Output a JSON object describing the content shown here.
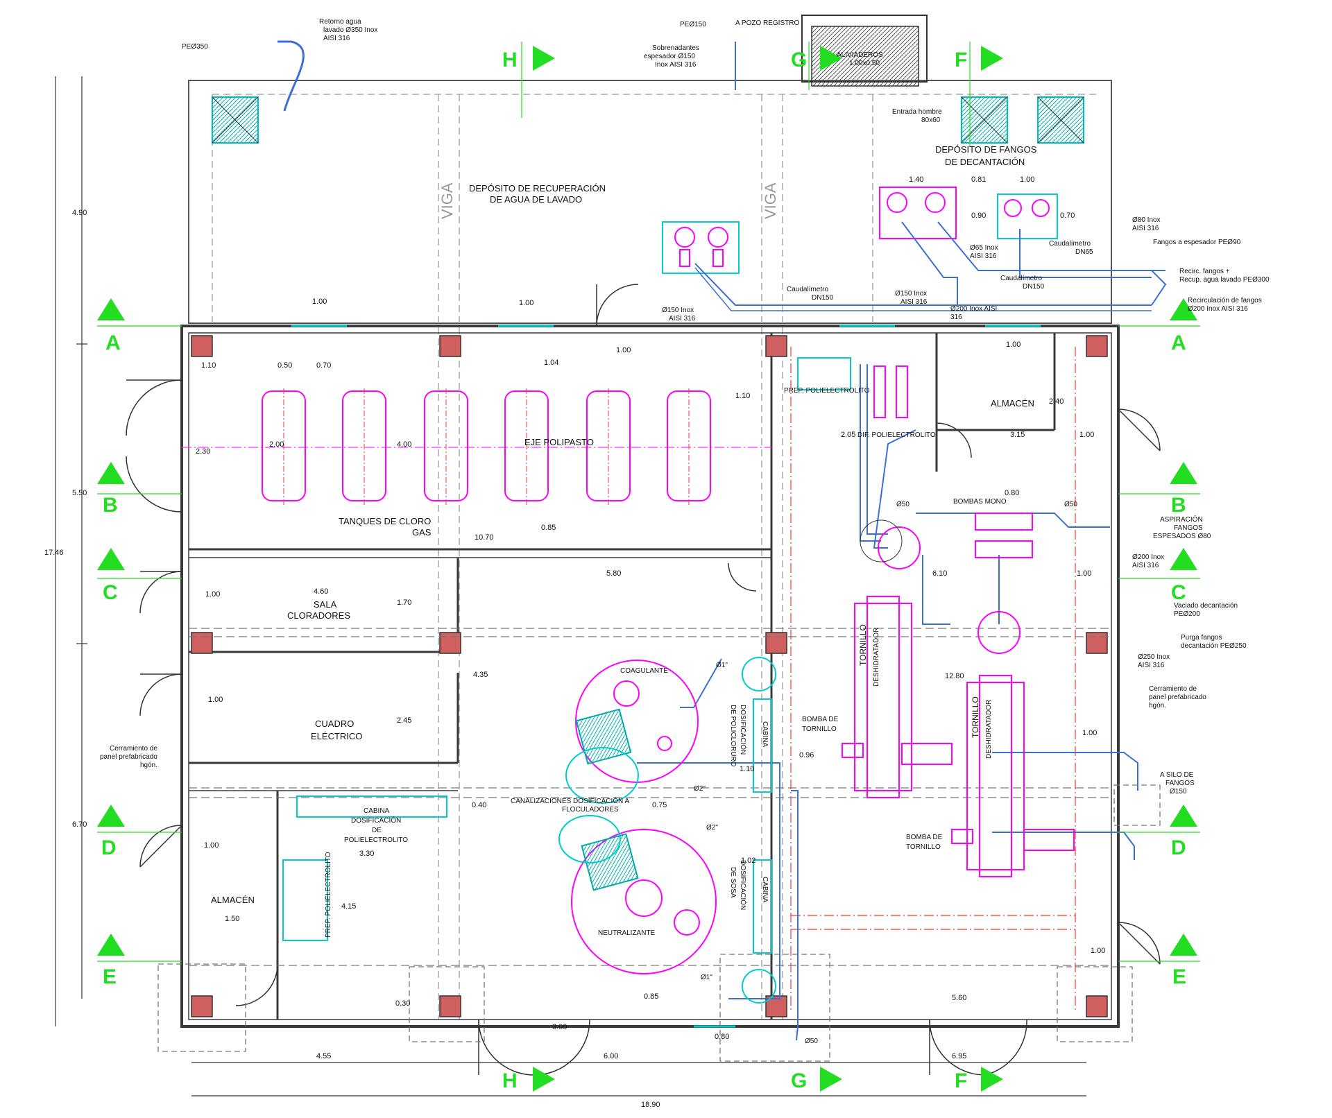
{
  "colors": {
    "wall": "#3a3a3a",
    "column": "#c44a4a",
    "equipment": "#ff00ff",
    "cyan": "#00cccc",
    "pipe": "#3b6fd6",
    "section": "#22dd22",
    "axis": "#ff3333",
    "dash": "#888888"
  },
  "sections": {
    "left": [
      "A",
      "B",
      "C",
      "D",
      "E"
    ],
    "right": [
      "A",
      "B",
      "C",
      "D",
      "E"
    ],
    "top": [
      "H",
      "G",
      "F"
    ],
    "bottom": [
      "H",
      "G",
      "F"
    ]
  },
  "rooms": {
    "deposito_recuperacion": [
      "DEPÓSITO DE RECUPERACIÓN",
      "DE AGUA DE LAVADO"
    ],
    "deposito_fangos": [
      "DEPÓSITO DE FANGOS",
      "DE DECANTACIÓN"
    ],
    "tanques_cloro": [
      "TANQUES DE CLORO",
      "GAS"
    ],
    "eje_polipasto": "EJE POLIPASTO",
    "sala_cloradores": [
      "SALA",
      "CLORADORES"
    ],
    "cuadro_electrico": [
      "CUADRO",
      "ELÉCTRICO"
    ],
    "almacen_top": "ALMACÉN",
    "almacen_bottom": "ALMACÉN",
    "viga": "VIGA",
    "aliviaderos": [
      "ALIVIADEROS",
      "1.00x0.50"
    ],
    "a_pozo": "A POZO REGISTRO"
  },
  "equipment": {
    "coagulante": "COAGULANTE",
    "neutralizante": "NEUTRALIZANTE",
    "tornillo": "TORNILLO",
    "deshidratador": "DESHIDRATADOR",
    "bomba_tornillo": [
      "BOMBA DE",
      "TORNILLO"
    ],
    "bombas_mono": "BOMBAS MONO",
    "prep_polielectrolito": "PREP. POLIELECTROLITO",
    "dif_polielectrolito": "DIF. POLIELECTROLITO",
    "cabina_poli": [
      "CABINA",
      "DOSIFICACIÓN",
      "DE",
      "POLIELECTROLITO"
    ],
    "cabina_policloruro": [
      "CABINA",
      "DOSIFICACIÓN",
      "DE POLICLORURO"
    ],
    "cabina_sosa": [
      "CABINA",
      "DOSIFICACIÓN",
      "DE SOSA"
    ],
    "canalizaciones": [
      "CANALIZACIONES DOSIFICACIÓN A",
      "FLOCULADORES"
    ]
  },
  "annotations": {
    "retorno": [
      "Retorno agua",
      "lavado Ø350 Inox",
      "AISI 316"
    ],
    "pe350": "PEØ350",
    "pe150": "PEØ150",
    "sobrenadantes": [
      "Sobrenadantes",
      "espesador Ø150",
      "Inox AISI 316"
    ],
    "entrada_hombre": [
      "Entrada hombre",
      "80x60"
    ],
    "caudalimetro_dn150_left": [
      "Caudalímetro",
      "DN150"
    ],
    "caudalimetro_dn65": [
      "Caudalímetro",
      "DN65"
    ],
    "caudalimetro_dn150_right": [
      "Caudalímetro",
      "DN150"
    ],
    "o150_inox_left": [
      "Ø150 Inox",
      "AISI 316"
    ],
    "o150_inox_right": [
      "Ø150 Inox",
      "AISI 316"
    ],
    "o65_inox": [
      "Ø65 Inox",
      "AISI 316"
    ],
    "o200_inox": [
      "Ø200 Inox AISI",
      "316"
    ],
    "o80_inox": [
      "Ø80 Inox",
      "AISI 316"
    ],
    "fangos_espesador": "Fangos a espesador PEØ90",
    "recirc_fangos": [
      "Recirc. fangos +",
      "Recup. agua lavado PEØ300"
    ],
    "recirculacion": [
      "Recirculación de fangos",
      "Ø200 Inox AISI 316"
    ],
    "aspiracion": [
      "ASPIRACIÓN",
      "FANGOS",
      "ESPESADOS Ø80"
    ],
    "o200_c": [
      "Ø200 Inox",
      "AISI 316"
    ],
    "vaciado": [
      "Vaciado decantación",
      "PEØ200"
    ],
    "purga": [
      "Purga fangos",
      "decantación PEØ250"
    ],
    "o250": [
      "Ø250 Inox",
      "AISI 316"
    ],
    "cerramiento_right": [
      "Cerramiento de",
      "panel prefabricado",
      "hgón."
    ],
    "cerramiento_left": [
      "Cerramiento de",
      "panel prefabricado",
      "hgón."
    ],
    "a_silo": [
      "A SILO DE",
      "FANGOS",
      "Ø150"
    ],
    "o50_a": "Ø50",
    "o50_b": "Ø50",
    "o50_c": "Ø50",
    "o1_top": "Ø1\"",
    "o1_bottom": "Ø1\"",
    "o2_a": "Ø2\"",
    "o2_b": "Ø2\""
  },
  "dimensions": {
    "total_height": "17.46",
    "total_width": "18.90",
    "h_490": "4.90",
    "h_550": "5.50",
    "h_670": "6.70",
    "d_140": "1.40",
    "d_081": "0.81",
    "d_100_a": "1.00",
    "d_090": "0.90",
    "d_070": "0.70",
    "d_100_b": "1.00",
    "d_100_c": "1.00",
    "d_100_d": "1.00",
    "d_104": "1.04",
    "d_100_e": "1.00",
    "d_110": "1.10",
    "d_050": "0.50",
    "d_070b": "0.70",
    "d_110b": "1.10",
    "d_200": "2.00",
    "d_400": "4.00",
    "d_230": "2.30",
    "d_085": "0.85",
    "d_1070": "10.70",
    "d_580": "5.80",
    "d_100_f": "1.00",
    "d_460": "4.60",
    "d_170": "1.70",
    "d_435": "4.35",
    "d_100_g": "1.00",
    "d_245": "2.45",
    "d_040": "0.40",
    "d_075": "0.75",
    "d_100_h": "1.00",
    "d_330": "3.30",
    "d_415": "4.15",
    "d_150": "1.50",
    "d_096": "0.96",
    "d_110c": "1.10",
    "d_102": "1.02",
    "d_085b": "0.85",
    "d_030": "0.30",
    "d_300": "3.00",
    "d_080": "0.80",
    "d_455": "4.55",
    "d_600": "6.00",
    "d_695": "6.95",
    "d_560": "5.60",
    "d_240": "2.40",
    "d_315": "3.15",
    "d_100_i": "1.00",
    "d_205": "2.05",
    "d_080b": "0.80",
    "d_610": "6.10",
    "d_100_j": "1.00",
    "d_1280": "12.80",
    "d_100_k": "1.00",
    "d_100_l": "1.00"
  }
}
